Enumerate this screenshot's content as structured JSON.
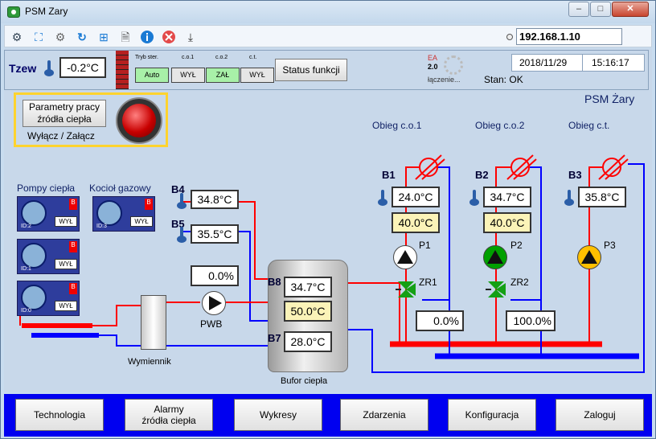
{
  "window": {
    "title": "PSM Zary",
    "minimize": "‒",
    "maximize": "□",
    "close": "✕"
  },
  "toolbar": {
    "icons": [
      "network-icon",
      "fullscreen-icon",
      "settings-icon",
      "refresh-icon",
      "windows-icon",
      "document-icon",
      "info-icon",
      "close-icon",
      "download-icon"
    ],
    "ip_address": "192.168.1.10"
  },
  "status": {
    "tzew_label": "Tzew",
    "tzew_value": "-0.2°C",
    "mode_labels": [
      "Tryb ster.",
      "c.o.1",
      "c.o.2",
      "c.t."
    ],
    "mode_values": [
      "Auto",
      "WYŁ",
      "ZAŁ",
      "WYŁ"
    ],
    "status_button": "Status funkcji",
    "ea_top": "EA",
    "ea_version": "2.0",
    "connecting": "łączenie...",
    "date": "2018/11/29",
    "time": "15:16:17",
    "state": "Stan: OK"
  },
  "control": {
    "params_button": "Parametry pracy\nźródła ciepła",
    "toggle_label": "Wyłącz / Załącz"
  },
  "plant_title": "PSM Żary",
  "sources": {
    "heat_pumps_label": "Pompy ciepła",
    "boiler_label": "Kocioł gazowy",
    "units": [
      {
        "id": "ID:2",
        "status": "WYŁ",
        "badge": "B"
      },
      {
        "id": "ID:1",
        "status": "WYŁ",
        "badge": "B"
      },
      {
        "id": "ID:0",
        "status": "WYŁ",
        "badge": "B"
      },
      {
        "id": "ID:3",
        "status": "WYŁ",
        "badge": "B"
      }
    ]
  },
  "sensors": {
    "b4_name": "B4",
    "b4_value": "34.8°C",
    "b5_name": "B5",
    "b5_value": "35.5°C",
    "pwb_value": "0.0%",
    "pwb_label": "PWB",
    "heat_exchanger": "Wymiennik",
    "b8_name": "B8",
    "b8_value": "34.7°C",
    "buffer_setpoint": "50.0°C",
    "b7_name": "B7",
    "b7_value": "28.0°C",
    "buffer_label": "Bufor ciepła"
  },
  "circuits": [
    {
      "name": "Obieg c.o.1",
      "sensor": "B1",
      "temp": "24.0°C",
      "setpoint": "40.0°C",
      "pump": "P1",
      "valve": "ZR1",
      "valve_pos": "0.0%"
    },
    {
      "name": "Obieg c.o.2",
      "sensor": "B2",
      "temp": "34.7°C",
      "setpoint": "40.0°C",
      "pump": "P2",
      "valve": "ZR2",
      "valve_pos": "100.0%"
    },
    {
      "name": "Obieg c.t.",
      "sensor": "B3",
      "temp": "35.8°C",
      "pump": "P3"
    }
  ],
  "nav": [
    "Technologia",
    "Alarmy\nźródła ciepła",
    "Wykresy",
    "Zdarzenia",
    "Konfiguracja",
    "Zaloguj"
  ],
  "colors": {
    "supply": "#ff0000",
    "return": "#0000ff",
    "nav_bar": "#0000f0",
    "pump_p1": "#111111",
    "pump_p2": "#00a000",
    "pump_p3": "#ffc000"
  }
}
